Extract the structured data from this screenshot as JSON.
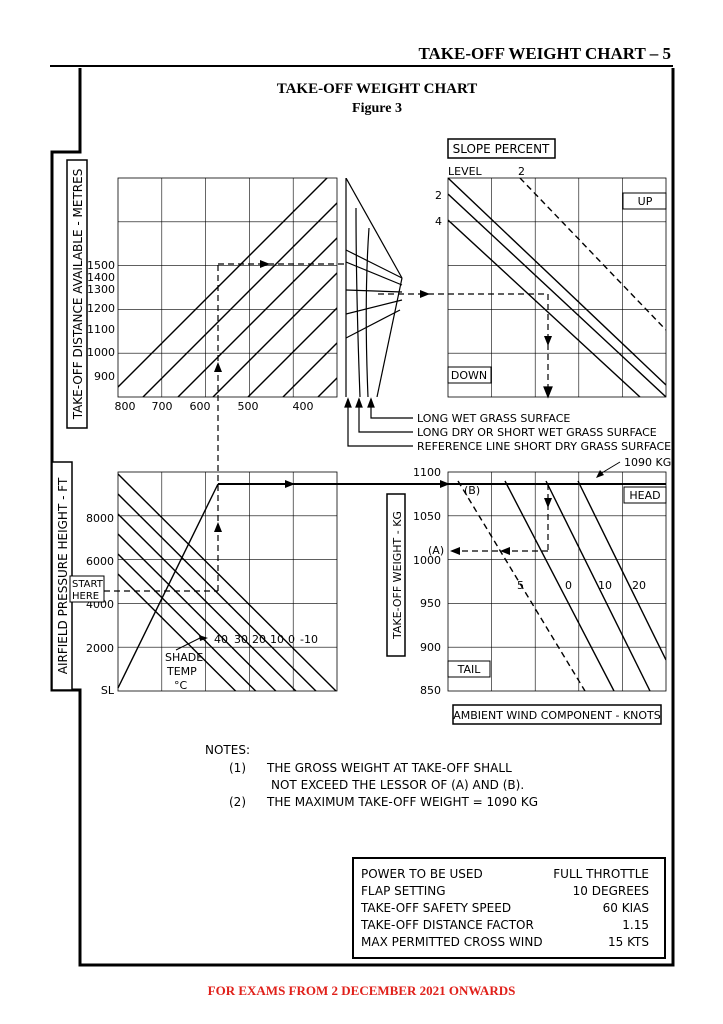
{
  "header": "TAKE-OFF WEIGHT CHART – 5",
  "footer": "FOR EXAMS FROM 2 DECEMBER 2021 ONWARDS",
  "chart_data": {
    "type": "line",
    "title": "TAKE-OFF WEIGHT CHART",
    "subtitle": "Figure 3",
    "panels": {
      "distance": {
        "ylabel": "TAKE-OFF DISTANCE AVAILABLE - METRES",
        "y_ticks": [
          "1500",
          "1400",
          "1300",
          "1200",
          "1100",
          "1000",
          "900"
        ],
        "x_ticks": [
          "800",
          "700",
          "600",
          "500",
          "400"
        ]
      },
      "surface": {
        "lines": [
          "LONG WET GRASS SURFACE",
          "LONG DRY OR SHORT WET GRASS SURFACE",
          "REFERENCE LINE SHORT DRY GRASS SURFACE"
        ]
      },
      "slope": {
        "title": "SLOPE PERCENT",
        "series_labels": [
          "LEVEL",
          "2",
          "2",
          "4"
        ],
        "up_label": "UP",
        "down_label": "DOWN"
      },
      "pressure": {
        "ylabel": "AIRFIELD PRESSURE HEIGHT - FT",
        "y_ticks": [
          "8000",
          "6000",
          "4000",
          "2000",
          "SL"
        ],
        "start_label": "START HERE",
        "temp_label": "SHADE TEMP °C",
        "temp_lines": [
          "40",
          "30",
          "20",
          "10",
          "0",
          "-10"
        ]
      },
      "weight": {
        "ylabel": "TAKE-OFF WEIGHT - KG",
        "y_ticks": [
          "1100",
          "1050",
          "1000",
          "950",
          "900",
          "850"
        ],
        "max_label": "1090 KG",
        "point_a": "(A)",
        "point_b": "(B)",
        "head_label": "HEAD",
        "tail_label": "TAIL",
        "wind_lines": [
          "5",
          "0",
          "10",
          "20"
        ],
        "xlabel": "AMBIENT WIND COMPONENT - KNOTS"
      }
    }
  },
  "notes": {
    "heading": "NOTES:",
    "items": [
      {
        "num": "(1)",
        "line1": "THE GROSS WEIGHT AT TAKE-OFF SHALL",
        "line2": "NOT EXCEED THE LESSOR OF (A) AND (B)."
      },
      {
        "num": "(2)",
        "line1": "THE MAXIMUM TAKE-OFF WEIGHT = 1090 KG",
        "line2": ""
      }
    ]
  },
  "conditions": [
    {
      "label": "POWER TO BE USED",
      "value": "FULL THROTTLE"
    },
    {
      "label": "FLAP SETTING",
      "value": "10 DEGREES"
    },
    {
      "label": "TAKE-OFF SAFETY SPEED",
      "value": "60 KIAS"
    },
    {
      "label": "TAKE-OFF DISTANCE FACTOR",
      "value": "1.15"
    },
    {
      "label": "MAX PERMITTED CROSS WIND",
      "value": "15 KTS"
    }
  ]
}
